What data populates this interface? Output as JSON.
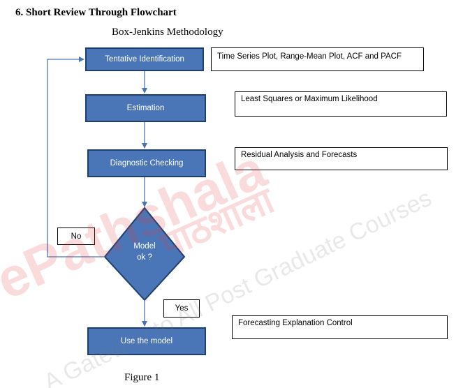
{
  "heading": "6.   Short Review Through Flowchart",
  "subtitle": "Box-Jenkins Methodology",
  "caption": "Figure 1",
  "colors": {
    "step_fill": "#4a76b8",
    "step_border": "#1f3f6e",
    "connector": "#4a76b8",
    "watermark": "#e23b3b"
  },
  "steps": [
    {
      "label": "Tentative Identification",
      "note": "Time Series Plot, Range-Mean Plot, ACF and PACF"
    },
    {
      "label": "Estimation",
      "note": "Least Squares or Maximum Likelihood"
    },
    {
      "label": "Diagnostic Checking",
      "note": "Residual Analysis and Forecasts"
    },
    {
      "label": "Use the model",
      "note": "Forecasting Explanation Control"
    }
  ],
  "decision": {
    "line1": "Model",
    "line2": "ok ?",
    "no_label": "No",
    "yes_label": "Yes"
  },
  "watermark": {
    "brand": "ePathshala",
    "hindi": "पाठशाला",
    "tagline": "A Gateway to All Post Graduate Courses"
  }
}
